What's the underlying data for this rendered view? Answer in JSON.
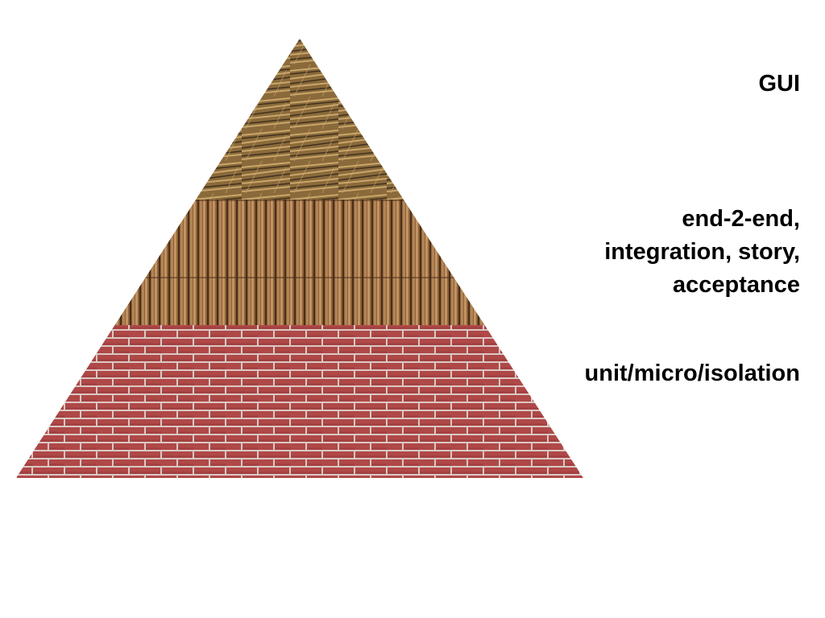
{
  "layers": [
    {
      "label_lines": [
        "GUI"
      ],
      "texture": "straw"
    },
    {
      "label_lines": [
        "end-2-end,",
        "integration, story,",
        "acceptance"
      ],
      "texture": "sticks"
    },
    {
      "label_lines": [
        "unit/micro/isolation"
      ],
      "texture": "bricks"
    }
  ],
  "colors": {
    "straw_base": "#8a6a3a",
    "straw_light": "#c9a66b",
    "straw_dark": "#3f3020",
    "sticks_base": "#8b6238",
    "sticks_light": "#c49363",
    "sticks_dark": "#4a2e18",
    "brick": "#b04848",
    "brick_dark": "#8e3434",
    "mortar": "#d9c9c4"
  }
}
